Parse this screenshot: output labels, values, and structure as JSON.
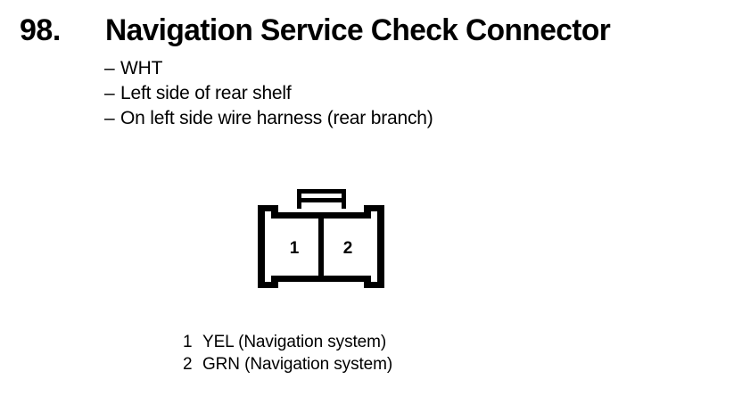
{
  "page": {
    "background_color": "#ffffff",
    "ink_color": "#000000"
  },
  "header": {
    "number": "98.",
    "title": "Navigation Service Check Connector"
  },
  "specs": {
    "dash": "–",
    "items": [
      {
        "text": "WHT"
      },
      {
        "text": "Left side of rear shelf"
      },
      {
        "text": "On left side wire harness (rear branch)"
      }
    ]
  },
  "connector": {
    "cavities": [
      {
        "number": "1"
      },
      {
        "number": "2"
      }
    ]
  },
  "legend": {
    "rows": [
      {
        "number": "1",
        "description": "YEL (Navigation system)"
      },
      {
        "number": "2",
        "description": "GRN (Navigation system)"
      }
    ]
  }
}
